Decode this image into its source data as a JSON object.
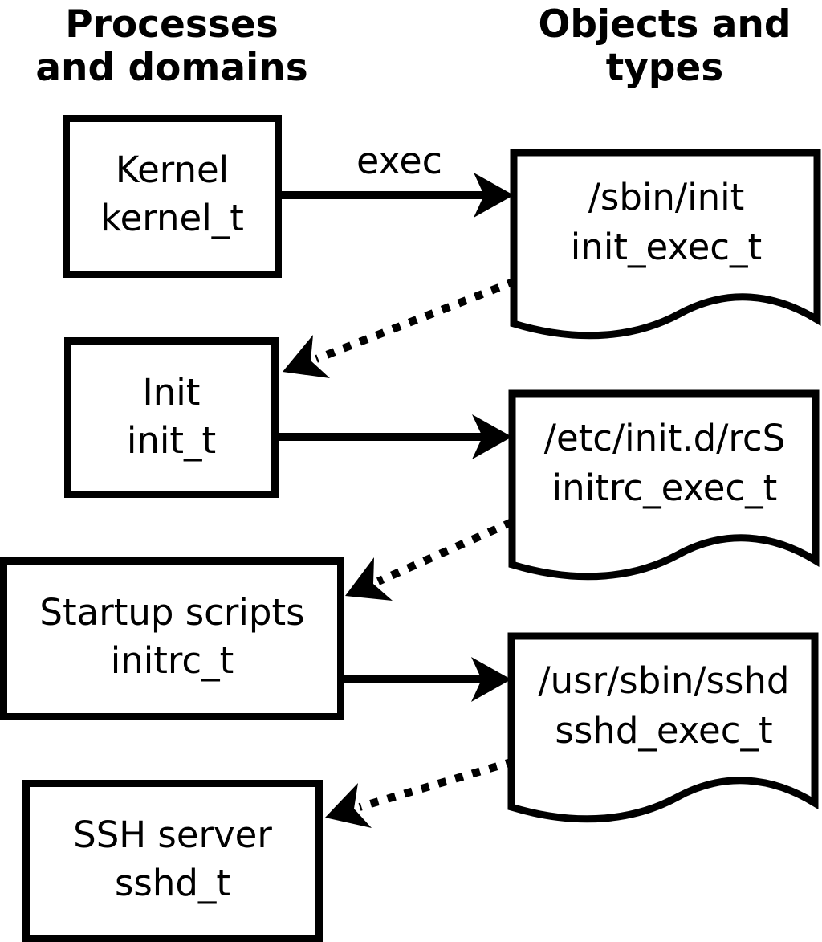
{
  "diagram": {
    "title_left": {
      "line1": "Processes",
      "line2": "and domains"
    },
    "title_right": {
      "line1": "Objects and",
      "line2": "types"
    },
    "arrow_label_exec": "exec",
    "processes": [
      {
        "name": "Kernel",
        "domain": "kernel_t"
      },
      {
        "name": "Init",
        "domain": "init_t"
      },
      {
        "name": "Startup scripts",
        "domain": "initrc_t"
      },
      {
        "name": "SSH server",
        "domain": "sshd_t"
      }
    ],
    "objects": [
      {
        "path": "/sbin/init",
        "type": "init_exec_t"
      },
      {
        "path": "/etc/init.d/rcS",
        "type": "initrc_exec_t"
      },
      {
        "path": "/usr/sbin/sshd",
        "type": "sshd_exec_t"
      }
    ],
    "colors": {
      "foreground": "#000000",
      "background": "#ffffff"
    }
  }
}
